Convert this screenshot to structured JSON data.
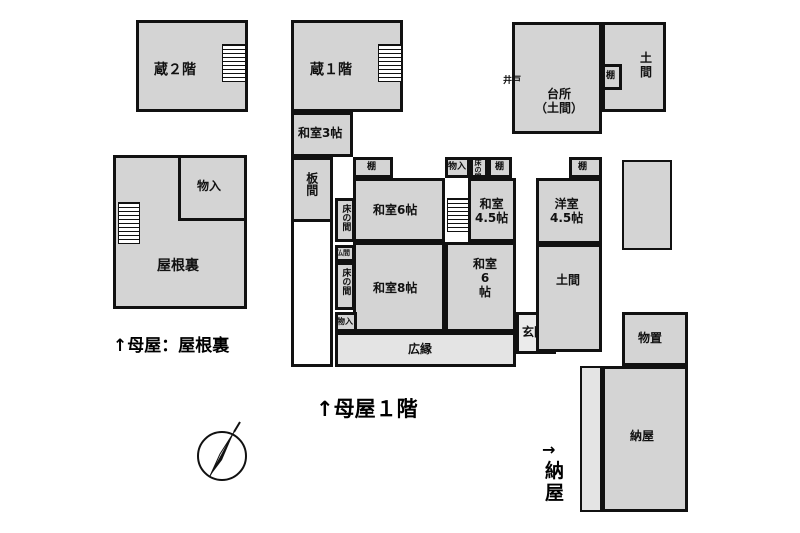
{
  "plan": {
    "rooms": {
      "kura2": "蔵２階",
      "kura1": "蔵１階",
      "monoire_loft": "物入",
      "yaneura": "屋根裏",
      "washitsu3": "和室3帖",
      "itama": "板間",
      "washitsu6a": "和室6帖",
      "washitsu45": "和室\n4.5帖",
      "washitsu8": "和室8帖",
      "washitsu6b": "和室\n6\n帖",
      "yoshitsu": "洋室\n4.5帖",
      "daidokoro": "台所\n（土間）",
      "doma_top": "土\n間",
      "doma_mid": "土間",
      "genkan": "玄関",
      "hiroen": "広縁",
      "monooki": "物置",
      "naya": "納屋",
      "toko1": "床の間",
      "toko2": "床の間",
      "toko_small": "床の間",
      "butsuma": "仏間",
      "monoire_small1": "物入",
      "monoire_small2": "物入",
      "tana1": "棚",
      "tana2": "棚",
      "tana3": "棚",
      "tana4": "棚",
      "ido": "井戸"
    },
    "captions": {
      "omoya_yaneura": "↑母屋：屋根裏",
      "omoya_1f": "↑母屋１階",
      "naya_arrow": "→",
      "naya_label": "納\n屋"
    }
  }
}
